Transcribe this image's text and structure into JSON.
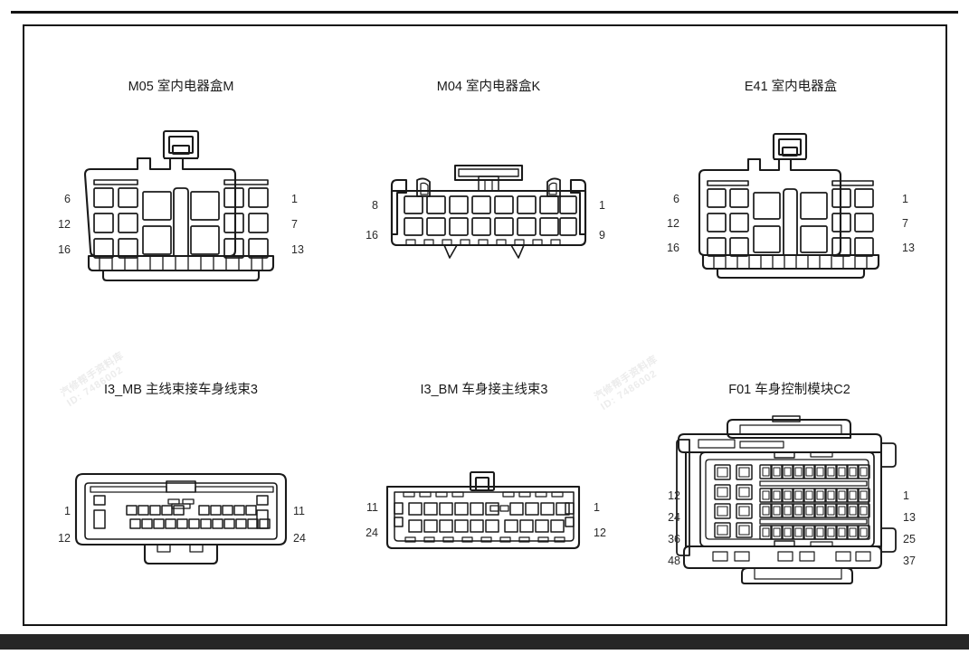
{
  "page": {
    "bottom_bar_color": "#262626",
    "frame_color": "#141414",
    "line_color": "#1a1a1a"
  },
  "watermarks": [
    {
      "line1": "汽修帮手资料库",
      "line2": "ID: 7486002"
    },
    {
      "line1": "汽修帮手资料库",
      "line2": "ID: 7486002"
    }
  ],
  "connectors": [
    {
      "id": "M05",
      "title": "M05 室内电器盒M",
      "type": "ecu-box-16pin",
      "pins_total": 16,
      "left_labels": [
        "6",
        "12",
        "16"
      ],
      "right_labels": [
        "1",
        "7",
        "13"
      ]
    },
    {
      "id": "M04",
      "title": "M04 室内电器盒K",
      "type": "flat-16pin",
      "pins_total": 16,
      "columns": 8,
      "rows": 2,
      "left_labels": [
        "8",
        "16"
      ],
      "right_labels": [
        "1",
        "9"
      ]
    },
    {
      "id": "E41",
      "title": "E41 室内电器盒",
      "type": "ecu-box-16pin",
      "pins_total": 16,
      "left_labels": [
        "6",
        "12",
        "16"
      ],
      "right_labels": [
        "1",
        "7",
        "13"
      ]
    },
    {
      "id": "I3_MB",
      "title": "I3_MB 主线束接车身线束3",
      "type": "wide-24pin-male",
      "pins_total": 24,
      "left_labels": [
        "1",
        "12"
      ],
      "right_labels": [
        "11",
        "24"
      ]
    },
    {
      "id": "I3_BM",
      "title": "I3_BM 车身接主线束3",
      "type": "wide-24pin-female",
      "pins_total": 24,
      "left_labels": [
        "11",
        "24"
      ],
      "right_labels": [
        "1",
        "12"
      ]
    },
    {
      "id": "F01",
      "title": "F01 车身控制模块C2",
      "type": "bcm-48pin",
      "pins_total": 48,
      "left_labels": [
        "12",
        "24",
        "36",
        "48"
      ],
      "right_labels": [
        "1",
        "13",
        "25",
        "37"
      ]
    }
  ]
}
